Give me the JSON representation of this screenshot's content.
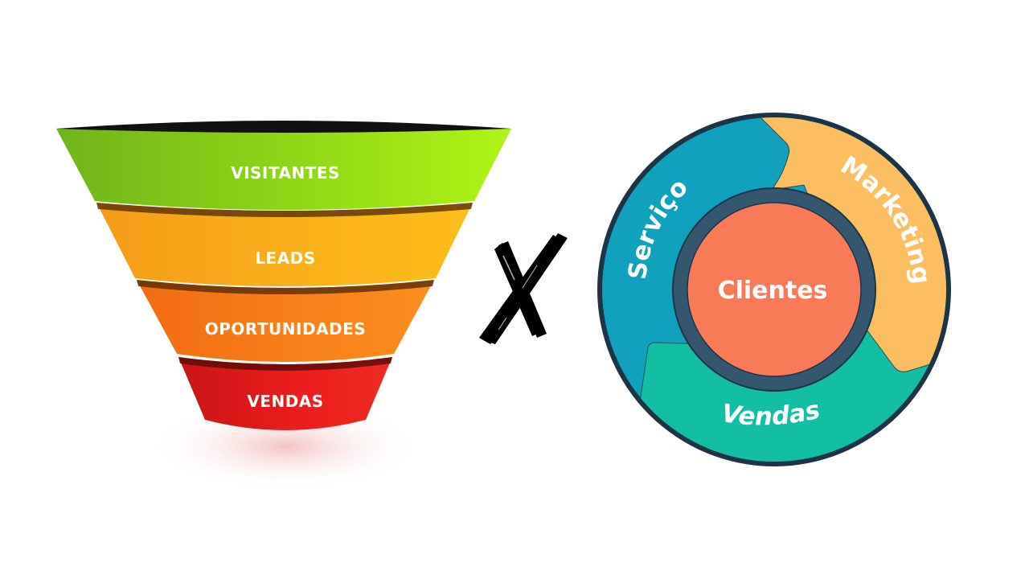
{
  "funnel": {
    "title": "Funil de vendas",
    "stages": [
      {
        "label": "VISITANTES",
        "color_light": "#a6f016",
        "color_dark": "#6fb51a"
      },
      {
        "label": "LEADS",
        "color_light": "#fdbb1a",
        "color_dark": "#f49c18"
      },
      {
        "label": "OPORTUNIDADES",
        "color_light": "#fb8a1c",
        "color_dark": "#f26b12"
      },
      {
        "label": "VENDAS",
        "color_light": "#ee2020",
        "color_dark": "#c81414"
      }
    ]
  },
  "versus": {
    "symbol": "X",
    "icon": "x-mark-icon"
  },
  "flywheel": {
    "center": {
      "label": "Clientes",
      "color": "#f97a57"
    },
    "ring_color": "#34566f",
    "border_color": "#1d3447",
    "segments": [
      {
        "label": "Serviço",
        "color": "#10a1bd"
      },
      {
        "label": "Marketing",
        "color": "#fcbe60"
      },
      {
        "label": "Vendas",
        "color": "#12bfa4"
      }
    ]
  }
}
